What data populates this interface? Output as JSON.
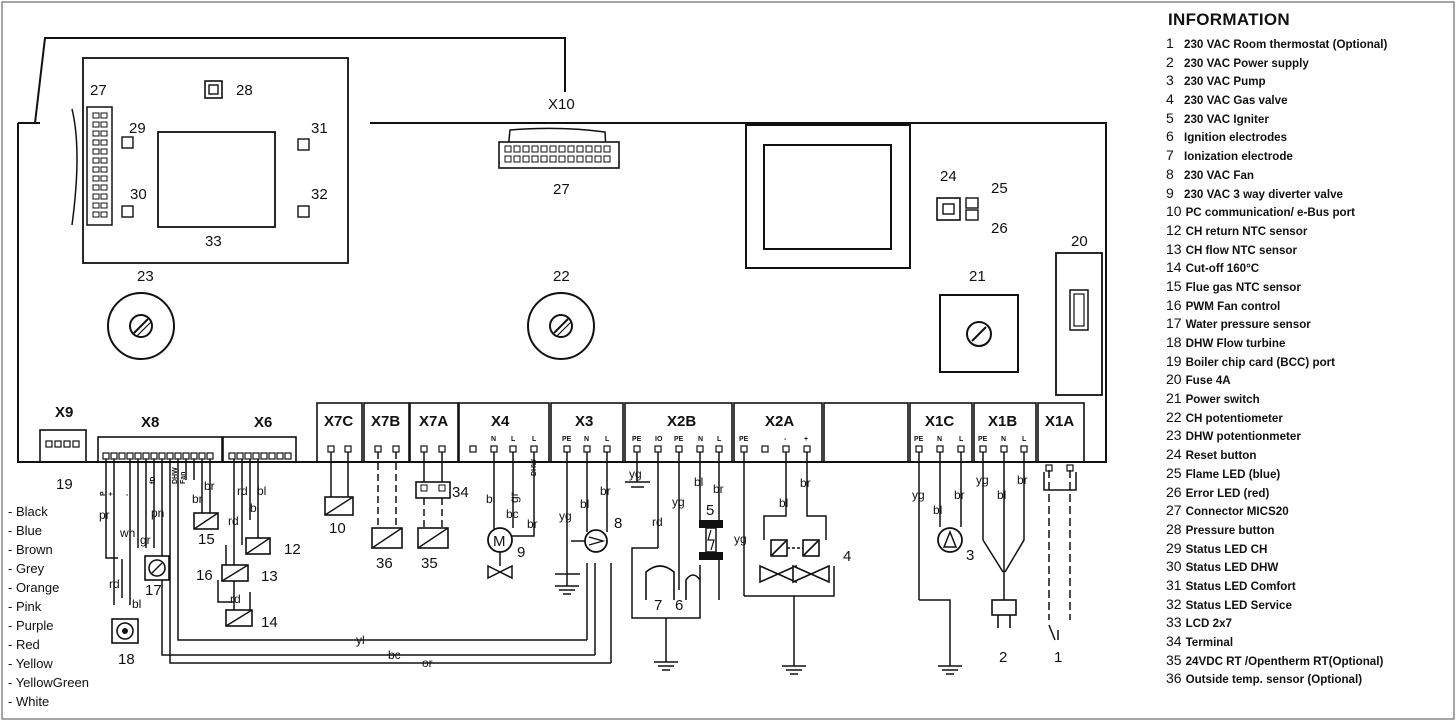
{
  "info": {
    "title": "INFORMATION",
    "items": [
      {
        "n": "1",
        "text": "230 VAC Room thermostat (Optional)"
      },
      {
        "n": "2",
        "text": "230 VAC Power supply"
      },
      {
        "n": "3",
        "text": "230 VAC Pump"
      },
      {
        "n": "4",
        "text": "230 VAC Gas valve"
      },
      {
        "n": "5",
        "text": "230 VAC Igniter"
      },
      {
        "n": "6",
        "text": "Ignition electrodes"
      },
      {
        "n": "7",
        "text": "Ionization electrode"
      },
      {
        "n": "8",
        "text": "230 VAC Fan"
      },
      {
        "n": "9",
        "text": "230 VAC 3 way diverter valve"
      },
      {
        "n": "10",
        "text": "PC communication/ e-Bus port"
      },
      {
        "n": "12",
        "text": "CH return NTC sensor"
      },
      {
        "n": "13",
        "text": "CH flow NTC sensor"
      },
      {
        "n": "14",
        "text": "Cut-off 160°C"
      },
      {
        "n": "15",
        "text": "Flue gas NTC sensor"
      },
      {
        "n": "16",
        "text": "PWM Fan control"
      },
      {
        "n": "17",
        "text": "Water pressure sensor"
      },
      {
        "n": "18",
        "text": "DHW Flow turbine"
      },
      {
        "n": "19",
        "text": "Boiler chip card (BCC) port"
      },
      {
        "n": "20",
        "text": "Fuse 4A"
      },
      {
        "n": "21",
        "text": "Power switch"
      },
      {
        "n": "22",
        "text": "CH potentiometer"
      },
      {
        "n": "23",
        "text": "DHW potentionmeter"
      },
      {
        "n": "24",
        "text": "Reset button"
      },
      {
        "n": "25",
        "text": "Flame LED (blue)"
      },
      {
        "n": "26",
        "text": "Error LED (red)"
      },
      {
        "n": "27",
        "text": "Connector MICS20"
      },
      {
        "n": "28",
        "text": "Pressure button"
      },
      {
        "n": "29",
        "text": "Status LED CH"
      },
      {
        "n": "30",
        "text": "Status LED DHW"
      },
      {
        "n": "31",
        "text": "Status LED Comfort"
      },
      {
        "n": "32",
        "text": "Status LED Service"
      },
      {
        "n": "33",
        "text": "LCD 2x7"
      },
      {
        "n": "34",
        "text": "Terminal"
      },
      {
        "n": "35",
        "text": "24VDC RT /Opentherm RT(Optional)"
      },
      {
        "n": "36",
        "text": "Outside temp. sensor (Optional)"
      }
    ]
  },
  "colors": [
    "- Black",
    "- Blue",
    "- Brown",
    "- Grey",
    "- Orange",
    "- Pink",
    "- Purple",
    "- Red",
    "- Yellow",
    "- YellowGreen",
    "- White"
  ],
  "connectors": {
    "x10": "X10",
    "x9": "X9",
    "x8": "X8",
    "x6": "X6",
    "x7c": "X7C",
    "x7b": "X7B",
    "x7a": "X7A",
    "x4": "X4",
    "x3": "X3",
    "x2b": "X2B",
    "x2a": "X2A",
    "x1c": "X1C",
    "x1b": "X1B",
    "x1a": "X1A"
  },
  "board": {
    "n27a": "27",
    "n28": "28",
    "n29": "29",
    "n30": "30",
    "n31": "31",
    "n32": "32",
    "n33": "33",
    "n27b": "27",
    "n24": "24",
    "n25": "25",
    "n26": "26",
    "n20": "20",
    "n23": "23",
    "n22": "22",
    "n21": "21",
    "n19": "19"
  },
  "parts": {
    "n10": "10",
    "n36": "36",
    "n35": "35",
    "n34": "34",
    "n9": "9",
    "n8": "8",
    "n5": "5",
    "n7": "7",
    "n6": "6",
    "n4": "4",
    "n3": "3",
    "n2": "2",
    "n1": "1",
    "n15": "15",
    "n12": "12",
    "n16": "16",
    "n13": "13",
    "n14": "14",
    "n17": "17",
    "n18": "18",
    "motor": "M"
  },
  "pins": {
    "x4": [
      "N",
      "L",
      "L"
    ],
    "x4b": "DHW",
    "x3": [
      "PE",
      "N",
      "L"
    ],
    "x2b": [
      "PE",
      "IO",
      "PE",
      "N",
      "L"
    ],
    "x2a": [
      "PE",
      "-",
      "+"
    ],
    "x1c": [
      "PE",
      "N",
      "L"
    ],
    "x1b": [
      "PE",
      "N",
      "L"
    ],
    "x8": [
      "P",
      "+",
      "-",
      "fD",
      "DHW",
      "Fan"
    ]
  },
  "wires": {
    "pr": "pr",
    "wh": "wh",
    "gr": "gr",
    "pn": "pn",
    "rd1": "rd",
    "bl1": "bl",
    "br_x8": "br",
    "br15": "br",
    "rd_x6": "rd",
    "bl_x6": "bl",
    "rd16": "rd",
    "bl16": "bl",
    "rd14": "rd",
    "bl9": "bl",
    "gr9": "gr",
    "bc9": "bc",
    "br9": "br",
    "yg3": "yg",
    "bl8": "bl",
    "br8": "br",
    "yg2b": "yg",
    "rd2b": "rd",
    "yg2b2": "yg",
    "bl5": "bl",
    "br5": "br",
    "yg2a": "yg",
    "bl4": "bl",
    "br4": "br",
    "yg1c": "yg",
    "bl1c": "bl",
    "br1c": "br",
    "yg1b": "yg",
    "bl1b": "bl",
    "br1b": "br",
    "yl": "yl",
    "bc": "bc",
    "or": "or"
  }
}
